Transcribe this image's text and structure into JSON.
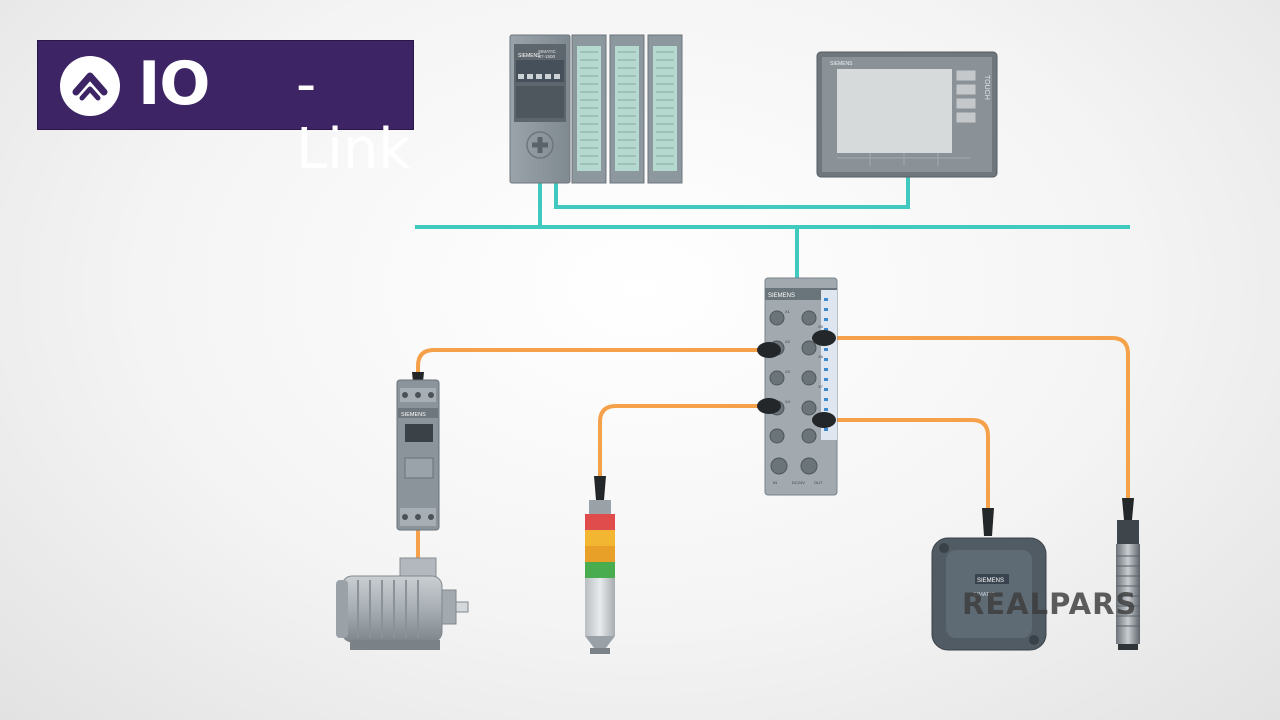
{
  "logo": {
    "part1": "IO",
    "part2": "-Link"
  },
  "devices": {
    "plc": {
      "brand": "SIEMENS",
      "model_line1": "SIMATIC",
      "model_line2": "S7-1500"
    },
    "hmi": {
      "brand": "SIEMENS",
      "side_label": "TOUCH"
    },
    "io_master": {
      "brand": "SIEMENS",
      "port_labels": [
        "X1",
        "X2",
        "X3",
        "X4",
        "X5",
        "X6",
        "X7",
        "X8"
      ],
      "bottom_labels": [
        "IN",
        "DC24V",
        "OUT"
      ]
    },
    "motor_starter": {
      "brand": "SIEMENS"
    },
    "rfid_reader": {
      "brand": "SIEMENS",
      "model": "SIMATIC"
    }
  },
  "watermark": "REALPARS",
  "colors": {
    "network": "#3fc9bf",
    "io_link_cable": "#f5a14a",
    "logo_bg": "#3d2464",
    "device_gray": "#8c969e"
  }
}
